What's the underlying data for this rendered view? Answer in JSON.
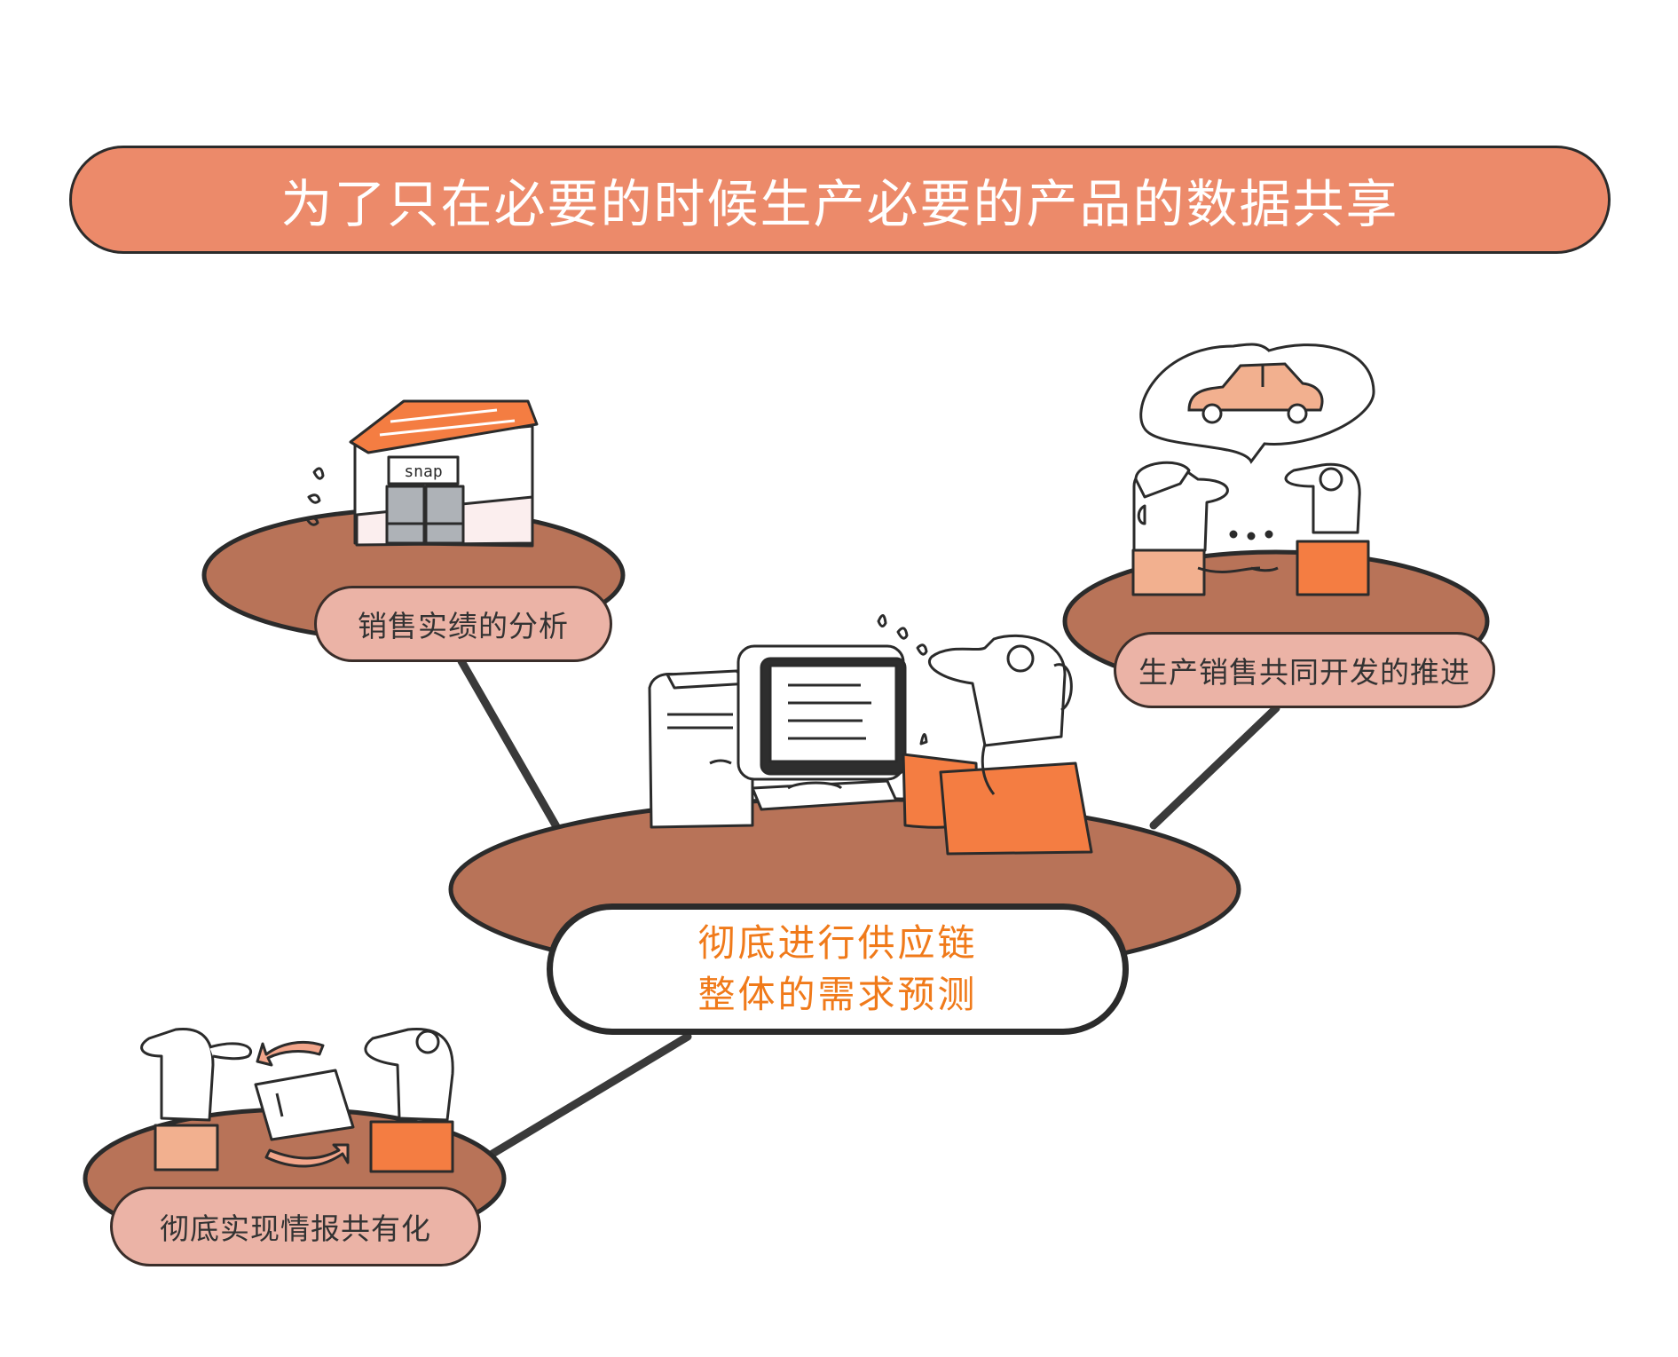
{
  "title": "为了只在必要的时候生产必要的产品的数据共享",
  "center": {
    "line1": "彻底进行供应链",
    "line2": "整体的需求预测"
  },
  "nodes": {
    "sales_analysis": "销售实绩的分析",
    "joint_development": "生产销售共同开发的推进",
    "info_sharing": "彻底实现情报共有化"
  },
  "shop_sign": "snap",
  "colors": {
    "title_fill": "#ec8a6a",
    "disc_fill": "#b87358",
    "pill_fill": "#ebb3a6",
    "accent_orange": "#f47d42",
    "center_text": "#f07a1a"
  }
}
